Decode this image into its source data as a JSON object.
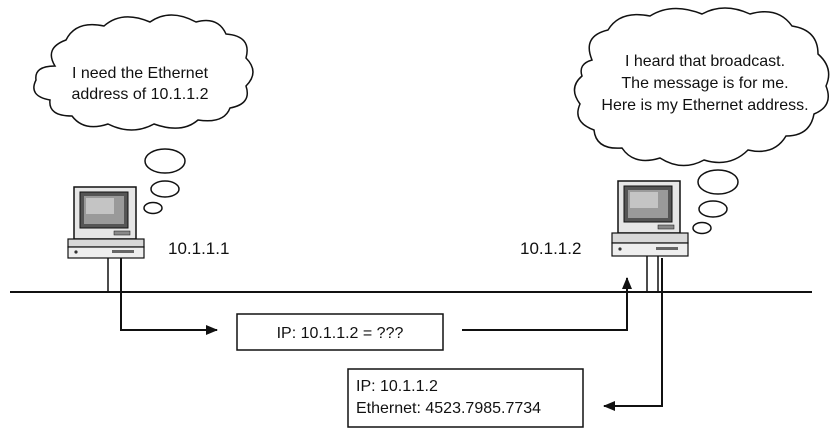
{
  "left_host": {
    "ip_label": "10.1.1.1",
    "thought": [
      "I need the Ethernet",
      "address of 10.1.1.2"
    ]
  },
  "right_host": {
    "ip_label": "10.1.1.2",
    "thought": [
      "I heard that broadcast.",
      "The message is for me.",
      "Here is my Ethernet address."
    ]
  },
  "request_box": {
    "text": "IP: 10.1.1.2 = ???"
  },
  "reply_box": {
    "line1": "IP: 10.1.1.2",
    "line2": "Ethernet: 4523.7985.7734"
  }
}
